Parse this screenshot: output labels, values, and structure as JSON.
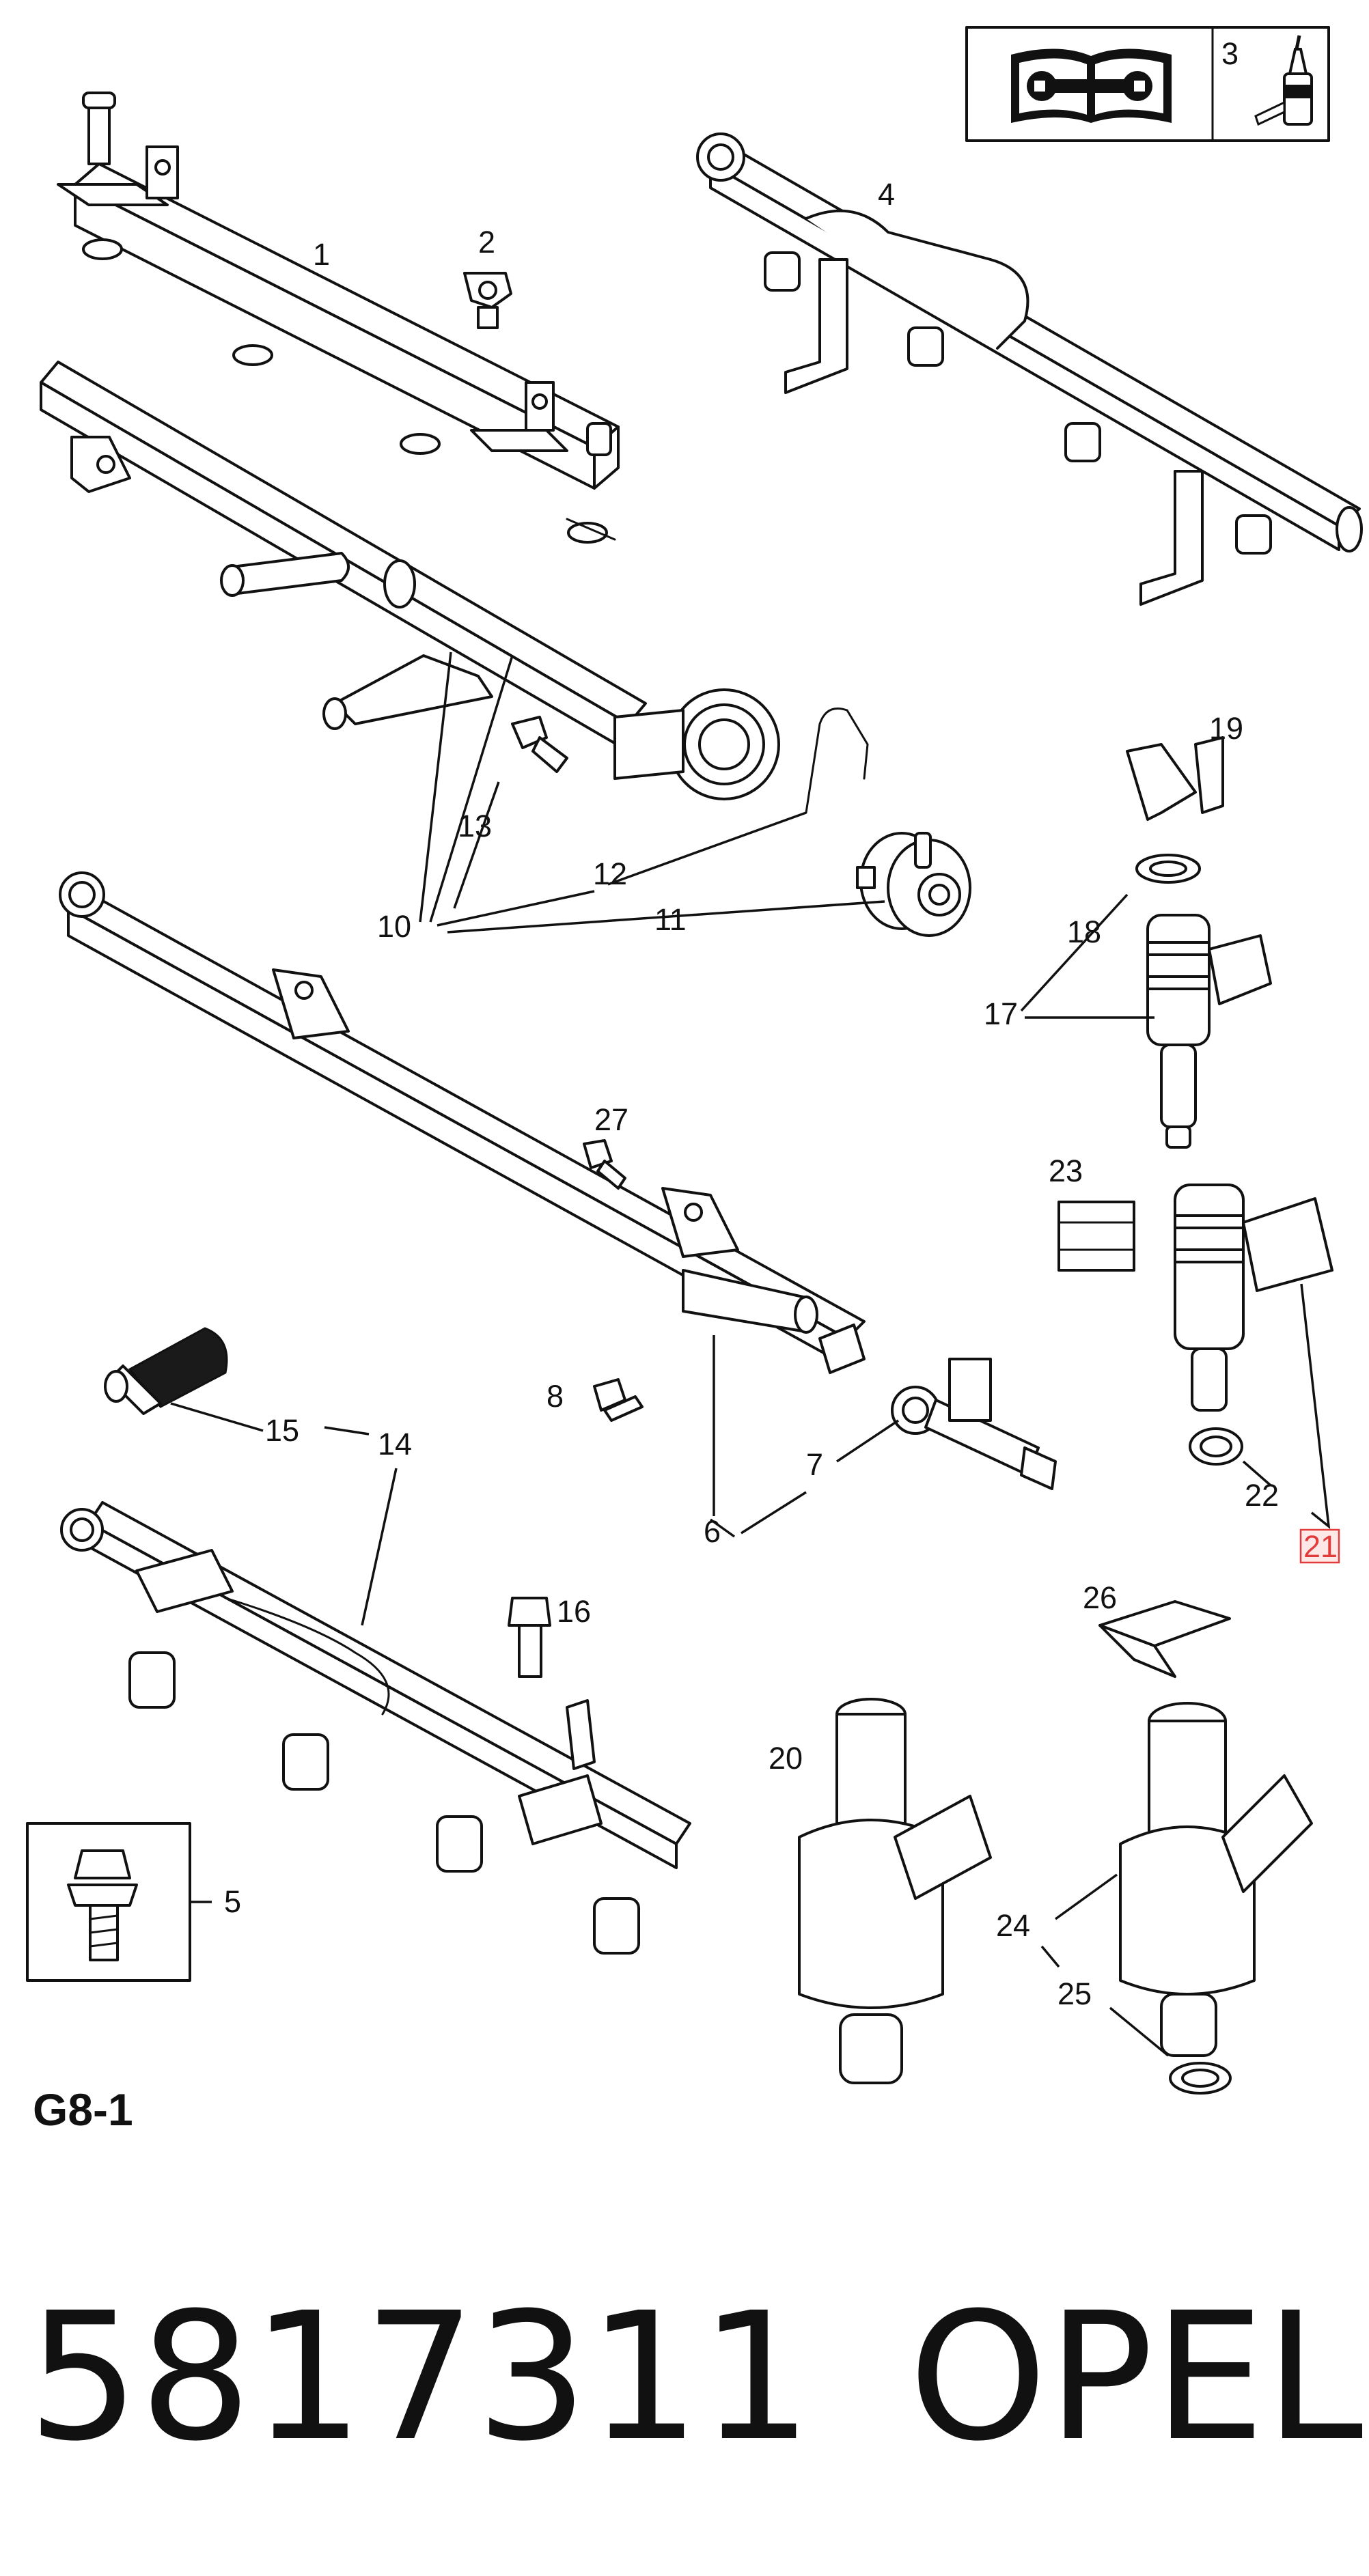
{
  "callouts": {
    "c1": "1",
    "c2": "2",
    "c3": "3",
    "c4": "4",
    "c5": "5",
    "c6": "6",
    "c7": "7",
    "c8": "8",
    "c10": "10",
    "c11": "11",
    "c12": "12",
    "c13": "13",
    "c14": "14",
    "c15": "15",
    "c16": "16",
    "c17": "17",
    "c18": "18",
    "c19": "19",
    "c20": "20",
    "c21": "21",
    "c22": "22",
    "c23": "23",
    "c24": "24",
    "c25": "25",
    "c26": "26",
    "c27": "27"
  },
  "highlighted_callout": "21",
  "highlight_color": "#e23b3b",
  "sheet_code": "G8-1",
  "footer": {
    "part_number": "5817311",
    "brand": "OPEL"
  },
  "icons": {
    "manual": "manual-wrench-icon",
    "sealant": "sealant-tube-icon"
  }
}
